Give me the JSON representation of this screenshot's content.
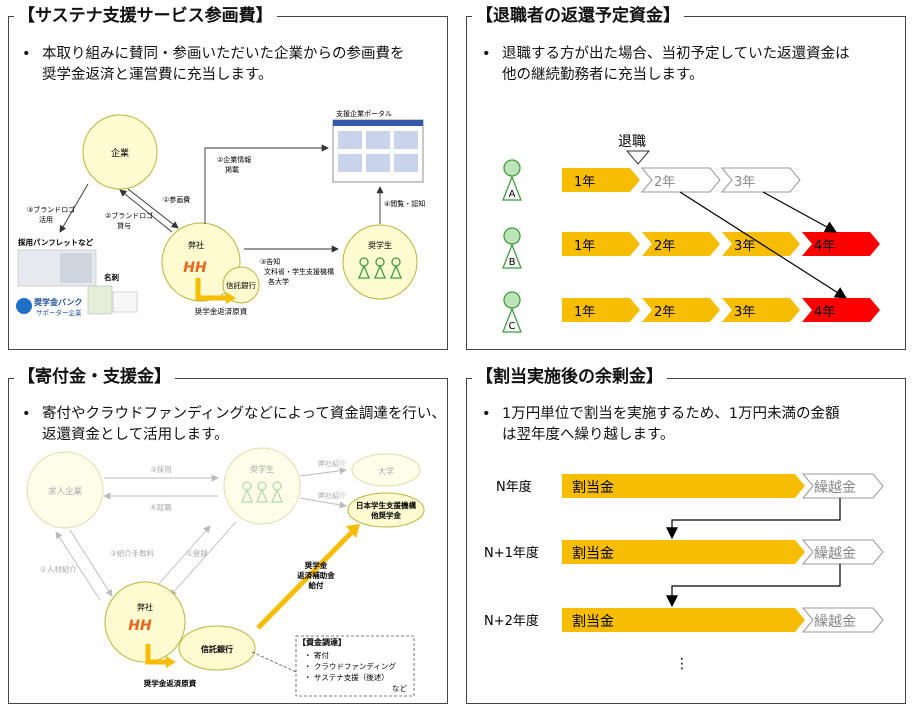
{
  "panel_top_left": {
    "title": "【サステナ支援サービス参画費】",
    "bullet_lines": [
      "本取り組みに賛同・参画いただいた企業からの参画費を",
      "奨学金返済と運営費に充当します。"
    ],
    "nodes": {
      "company": "企業",
      "our_company": "弊社",
      "trust_bank": "信託銀行",
      "student": "奨学生",
      "portal": "支援企業ポータル"
    },
    "edge_labels": {
      "e1": "①参画費",
      "e2a": "②企業情報",
      "e2b": "掲載",
      "e2c": "②ブランドロゴ",
      "e2d": "貸与",
      "e3a": "③ブランドロゴ",
      "e3b": "活用",
      "e3c": "③告知",
      "e3d": "文科省・学生支援機構",
      "e3e": "各大学",
      "e4": "④閲覧・認知"
    },
    "materials": {
      "pamphlet": "採用パンフレットなど",
      "card": "名刺",
      "badge_line1": "奨学金バンク",
      "badge_line2": "サポーター企業"
    },
    "hh": "HH",
    "fund_label": "奨学金返済原資"
  },
  "panel_top_right": {
    "title": "【退職者の返還予定資金】",
    "bullet_lines": [
      "退職する方が出た場合、当初予定していた返還資金は",
      "他の継続勤務者に充当します。"
    ],
    "retire_label": "退職",
    "rows": [
      {
        "person": "A",
        "cells": [
          "1年",
          "2年",
          "3年"
        ]
      },
      {
        "person": "B",
        "cells": [
          "1年",
          "2年",
          "3年",
          "4年"
        ]
      },
      {
        "person": "C",
        "cells": [
          "1年",
          "2年",
          "3年",
          "4年"
        ]
      }
    ]
  },
  "panel_bottom_left": {
    "title": "【寄付金・支援金】",
    "bullet_lines": [
      "寄付やクラウドファンディングなどによって資金調達を行い、",
      "返還資金として活用します。"
    ],
    "nodes": {
      "job_company": "求人企業",
      "student": "奨学生",
      "university": "大学",
      "jasso_line1": "日本学生支援機構",
      "jasso_line2": "他奨学金",
      "our_company": "弊社",
      "trust_bank": "信託銀行"
    },
    "edge_labels": {
      "hire": "③採用",
      "job": "④就職",
      "intro1": "弊社紹介",
      "intro2": "弊社紹介",
      "fee": "③紹介手数料",
      "register": "①登録",
      "talent": "②人材紹介",
      "grant1": "奨学金",
      "grant2": "返済補助金",
      "grant3": "給付"
    },
    "funding_box": {
      "title": "【資金調達】",
      "items": [
        "・ 寄付",
        "・ クラウドファンディング",
        "・ サステナ支援（後述）"
      ],
      "etc": "など"
    },
    "hh": "HH",
    "fund_label": "奨学金返済原資"
  },
  "panel_bottom_right": {
    "title": "【割当実施後の余剰金】",
    "bullet_lines": [
      "1万円単位で割当を実施するため、1万円未満の金額",
      "は翌年度へ繰り越します。"
    ],
    "years": [
      {
        "label": "N年度",
        "alloc": "割当金",
        "carry": "繰越金"
      },
      {
        "label": "N+1年度",
        "alloc": "割当金",
        "carry": "繰越金"
      },
      {
        "label": "N+2年度",
        "alloc": "割当金",
        "carry": "繰越金"
      }
    ],
    "ellipsis": "⋮"
  },
  "colors": {
    "gold": "#f7bd02",
    "red": "#ff0000",
    "pale_yellow": "#fdfbcf",
    "circle_stroke": "#b8b43e",
    "green": "#3f9e3f"
  }
}
